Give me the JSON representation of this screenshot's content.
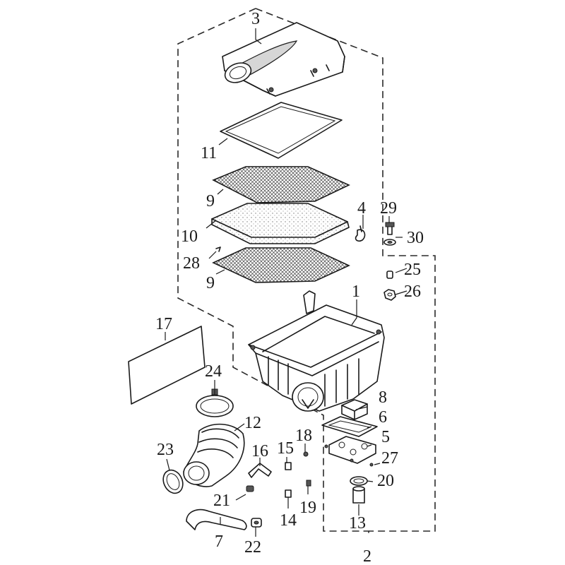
{
  "callouts": {
    "n1": "1",
    "n2": "2",
    "n3": "3",
    "n4": "4",
    "n5": "5",
    "n6": "6",
    "n7": "7",
    "n8": "8",
    "n9a": "9",
    "n9b": "9",
    "n10": "10",
    "n11": "11",
    "n12": "12",
    "n13": "13",
    "n14": "14",
    "n15": "15",
    "n16": "16",
    "n17": "17",
    "n18": "18",
    "n19": "19",
    "n20": "20",
    "n21": "21",
    "n22": "22",
    "n23": "23",
    "n24": "24",
    "n25": "25",
    "n26": "26",
    "n27": "27",
    "n28": "28",
    "n29": "29",
    "n30": "30"
  }
}
